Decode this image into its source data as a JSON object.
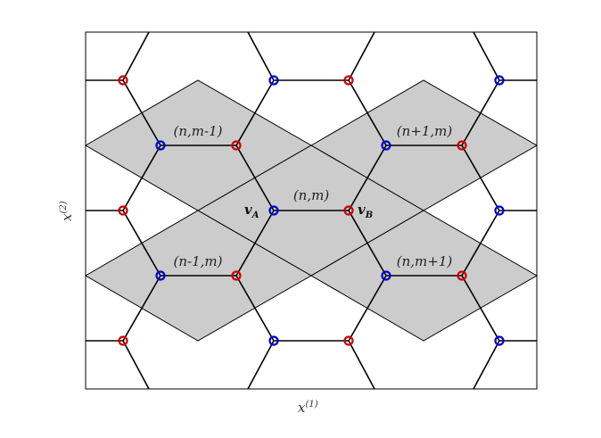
{
  "figure": {
    "xlabel": "x",
    "xlabel_sup": "(1)",
    "ylabel": "x",
    "ylabel_sup": "(2)"
  },
  "cells": {
    "top_left": "(n,m-1)",
    "top_right": "(n+1,m)",
    "center": "(n,m)",
    "bottom_left": "(n-1,m)",
    "bottom_right": "(n,m+1)"
  },
  "vertices": {
    "a_symbol": "v",
    "a_sub": "A",
    "b_symbol": "v",
    "b_sub": "B"
  },
  "colors": {
    "cell_fill": "#cccccc",
    "sublattice_a": "#0000cc",
    "sublattice_b": "#cc0000",
    "edge": "#000000"
  }
}
